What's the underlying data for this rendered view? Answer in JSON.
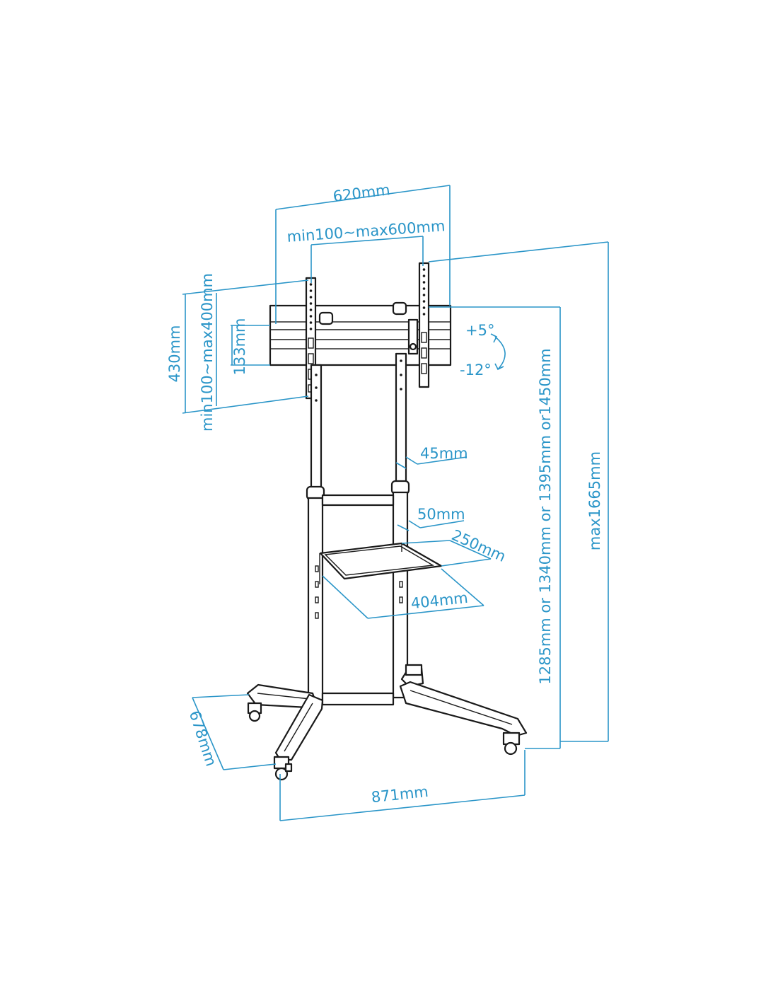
{
  "dimensions": {
    "overall_width": "620mm",
    "vesa_horizontal": "min100~max600mm",
    "overall_height_bracket": "430mm",
    "vesa_vertical": "min100~max400mm",
    "bar_height": "133mm",
    "tilt_up": "+5°",
    "tilt_down": "-12°",
    "upper_tube": "45mm",
    "lower_tube": "50mm",
    "shelf_depth": "250mm",
    "shelf_width": "404mm",
    "base_depth": "678mm",
    "base_width": "871mm",
    "center_heights": "1285mm or 1340mm or 1395mm or1450mm",
    "max_height": "max1665mm"
  },
  "colors": {
    "dimension": "#2a95c8",
    "object": "#1a1a1a"
  }
}
